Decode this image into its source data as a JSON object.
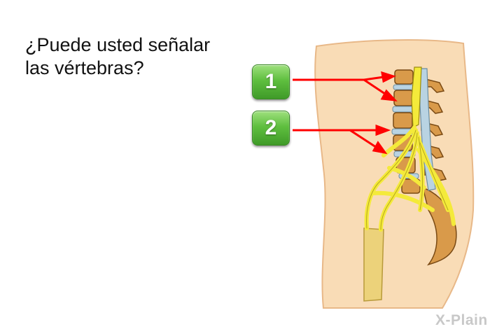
{
  "question": {
    "line1": "¿Puede usted señalar",
    "line2": "las vértebras?"
  },
  "markers": [
    {
      "label": "1"
    },
    {
      "label": "2"
    }
  ],
  "brand": {
    "text": "X-Plain"
  },
  "colors": {
    "skin": "#f9dcb6",
    "skin_outline": "#e8b888",
    "bone": "#d99a4a",
    "disc": "#b9d3e2",
    "nerve": "#f4ea3a",
    "arrow": "#ff0000",
    "button": "#4fae33"
  }
}
